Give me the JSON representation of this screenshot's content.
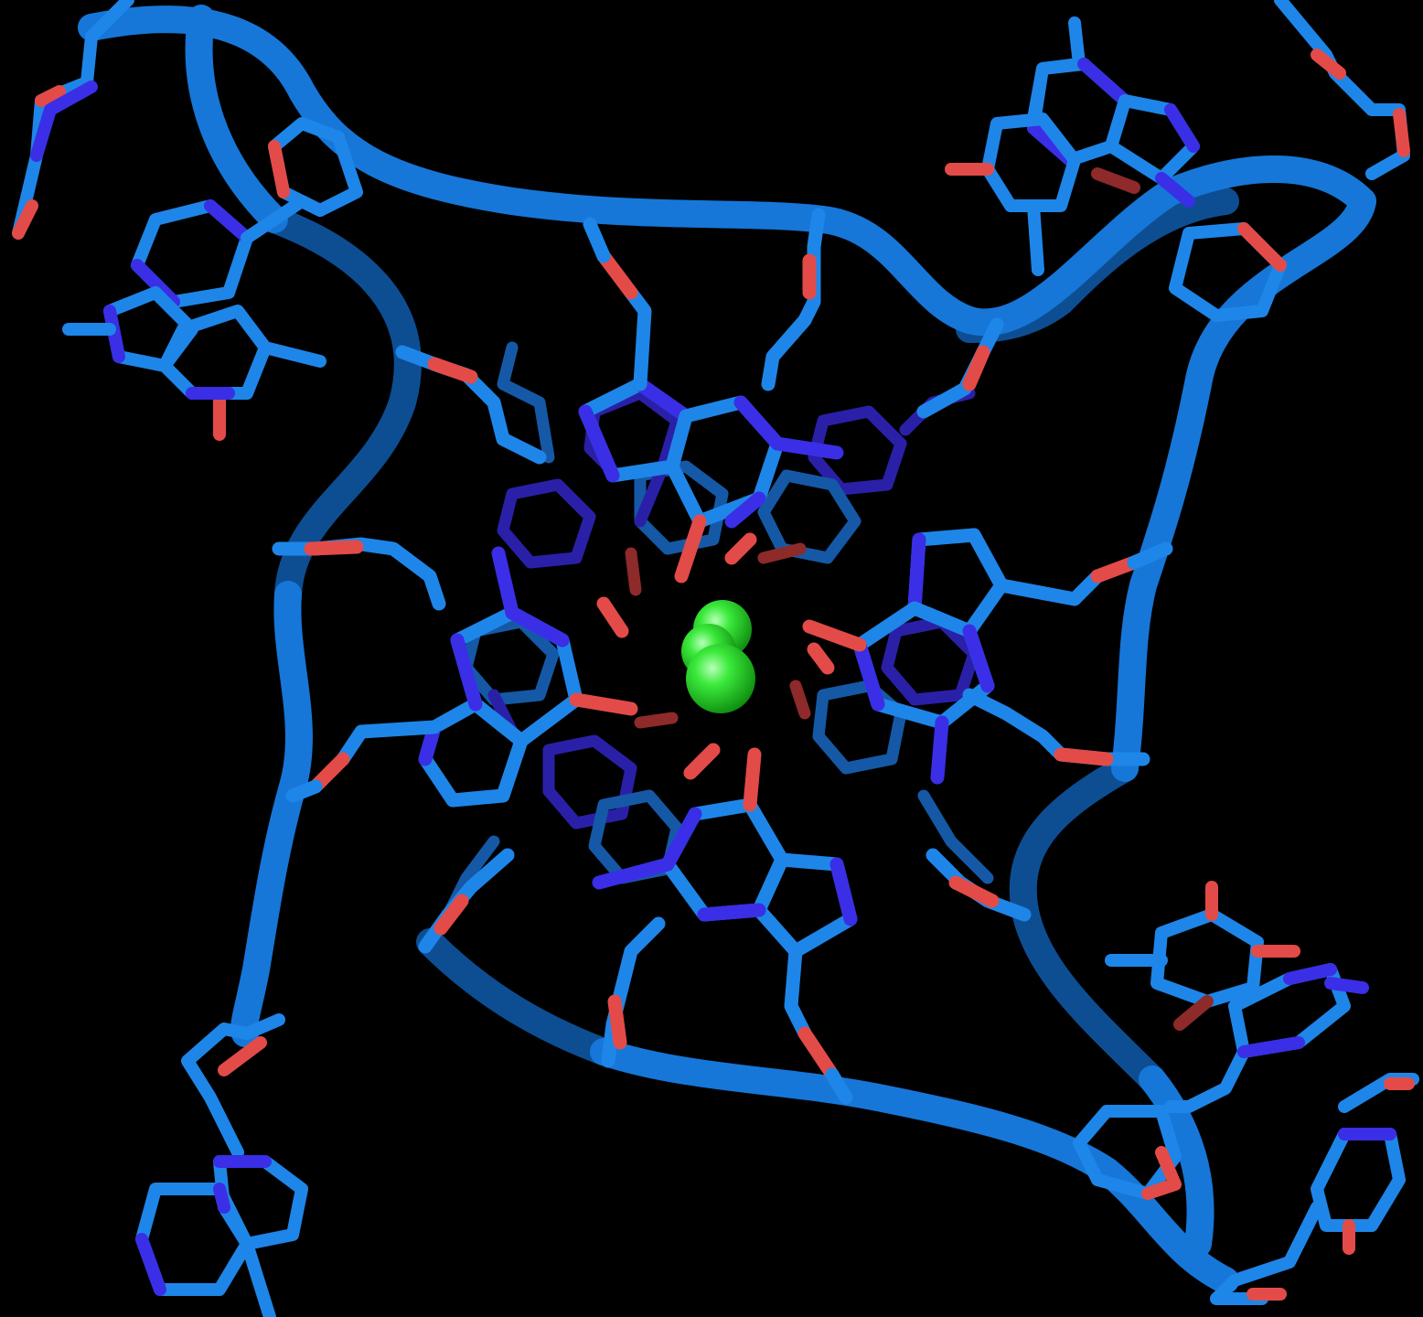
{
  "scene": {
    "background": "#000000",
    "structure": "G-quadruplex",
    "colors": {
      "backbone": "#1677D8",
      "backbone_shadow": "#0D4E93",
      "carbon": "#1E86E8",
      "carbon_dark": "#1559A6",
      "nitrogen": "#3A2EE6",
      "nitrogen_dark": "#2A20A8",
      "oxygen": "#E34B48",
      "oxygen_dark": "#8E2A2A",
      "ion": "#22DD22",
      "ion_highlight": "#A8FFA8"
    },
    "ions": {
      "count": 3
    },
    "guanine_tetrads": {
      "count": 2,
      "bases_per_tetrad": 4
    }
  }
}
